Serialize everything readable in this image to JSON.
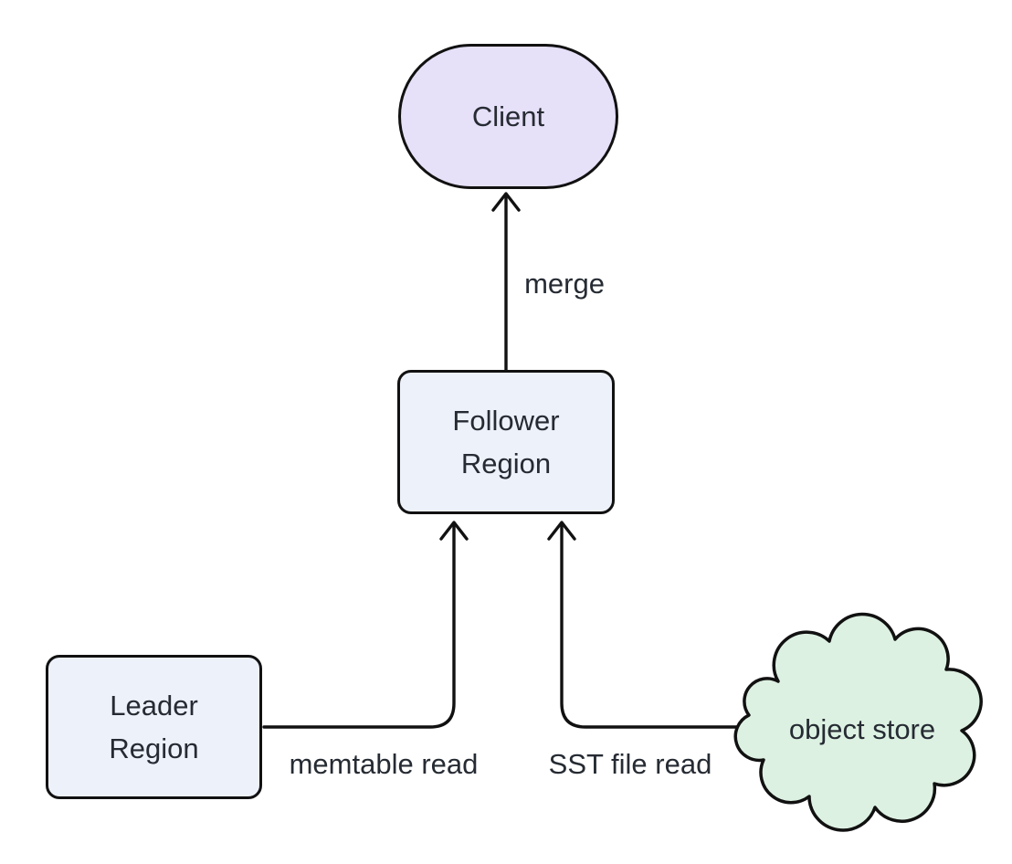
{
  "diagram": {
    "type": "flowchart",
    "nodes": {
      "client": {
        "label": "Client",
        "shape": "stadium"
      },
      "follower": {
        "line1": "Follower",
        "line2": "Region",
        "shape": "rounded-rect"
      },
      "leader": {
        "line1": "Leader",
        "line2": "Region",
        "shape": "rounded-rect"
      },
      "object_store": {
        "label": "object store",
        "shape": "cloud"
      }
    },
    "edges": {
      "merge": {
        "from": "follower",
        "to": "client",
        "label": "merge"
      },
      "memtable": {
        "from": "leader",
        "to": "follower",
        "label": "memtable read"
      },
      "sst": {
        "from": "object_store",
        "to": "follower",
        "label": "SST file read"
      }
    },
    "colors": {
      "background": "#ffffff",
      "stroke": "#111111",
      "client_fill": "#e6e0f8",
      "region_fill": "#edf1fa",
      "cloud_fill": "#ddf1e2",
      "text": "#262b33"
    }
  }
}
